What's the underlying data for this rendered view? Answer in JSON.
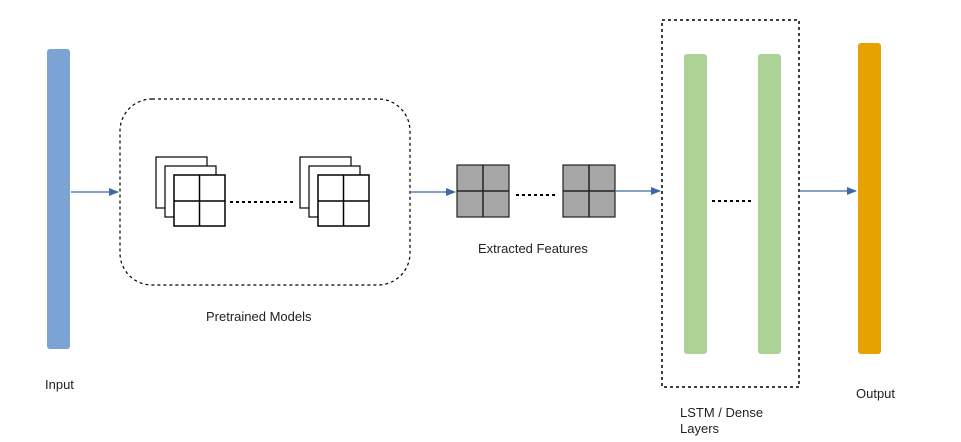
{
  "labels": {
    "input": "Input",
    "pretrained": "Pretrained Models",
    "features": "Extracted Features",
    "lstm": "LSTM / Dense Layers",
    "output": "Output"
  },
  "colors": {
    "input": "#7ba3d3",
    "lstm": "#acd395",
    "output": "#e6a300",
    "feature": "#a6a6a6",
    "arrow": "#3d6aa6",
    "line": "#000000"
  }
}
